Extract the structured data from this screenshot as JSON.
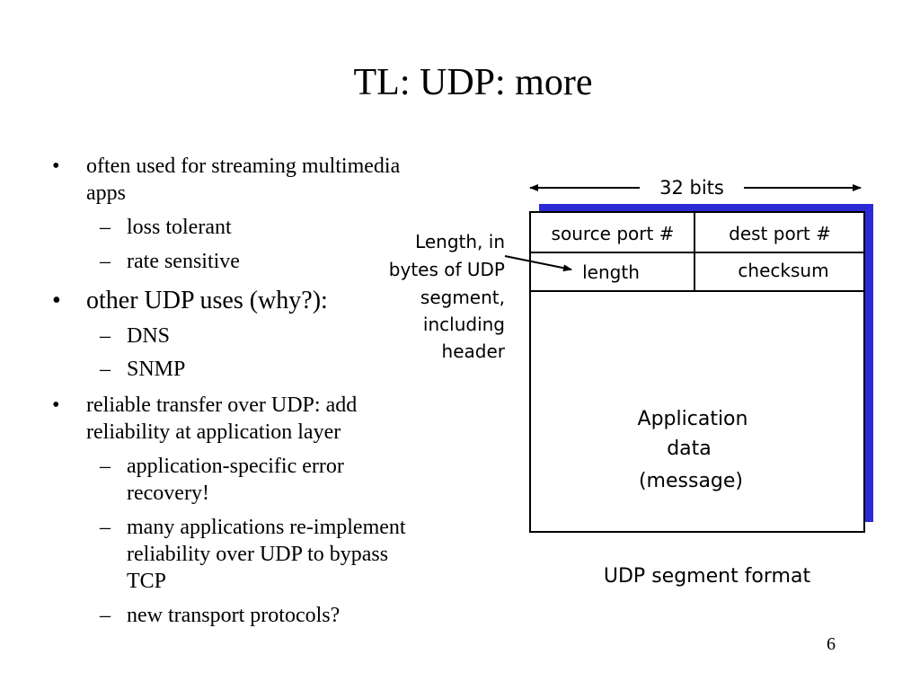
{
  "slide": {
    "title": "TL: UDP: more",
    "page_number": "6"
  },
  "bullets": [
    {
      "size": "s",
      "marker": "•",
      "text": "often used for streaming multimedia apps",
      "children": [
        {
          "marker": "–",
          "text": "loss tolerant"
        },
        {
          "marker": "–",
          "text": "rate sensitive"
        }
      ]
    },
    {
      "size": "l",
      "marker": "•",
      "text": "other UDP uses (why?):",
      "children": [
        {
          "marker": "–",
          "text": "DNS"
        },
        {
          "marker": "–",
          "text": "SNMP"
        }
      ]
    },
    {
      "size": "s",
      "marker": "•",
      "text": "reliable transfer over UDP: add reliability at application layer",
      "children": [
        {
          "marker": "–",
          "text": "application-specific error recovery!"
        },
        {
          "marker": "–",
          "text": "many applications re-implement reliability over UDP to bypass TCP"
        },
        {
          "marker": "–",
          "text": "new transport protocols?"
        }
      ]
    }
  ],
  "diagram": {
    "width_label": "32 bits",
    "fields": {
      "source_port": "source port #",
      "dest_port": "dest port #",
      "length": "length",
      "checksum": "checksum"
    },
    "payload_lines": [
      "Application",
      "data",
      "(message)"
    ],
    "annotation_lines": [
      "Length, in",
      "bytes of UDP",
      "segment,",
      "including",
      "header"
    ],
    "caption": "UDP segment format",
    "shadow_color": "#2b2bd6",
    "box_color": "#000000"
  }
}
